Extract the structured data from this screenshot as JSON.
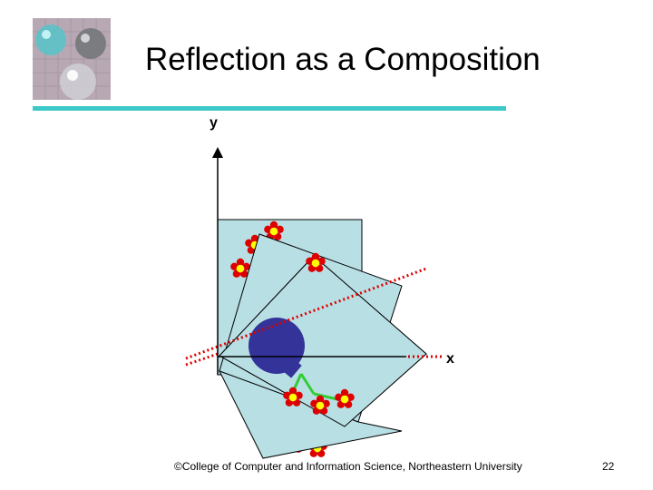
{
  "slide": {
    "title": "Reflection as a Composition",
    "footer": "©College of Computer and Information Science, Northeastern University",
    "page_number": "22"
  },
  "diagram": {
    "y_axis_label": "y",
    "x_axis_label": "x",
    "reflection_line_color": "#dd0000",
    "square_color": "#b8dfe4",
    "flower_petal_color": "#dd0000",
    "flower_center_color": "#ffff00",
    "balloon_color": "#33339a",
    "stem_color": "#33cc33"
  },
  "logo": {
    "icon": "glass-spheres-logo"
  }
}
